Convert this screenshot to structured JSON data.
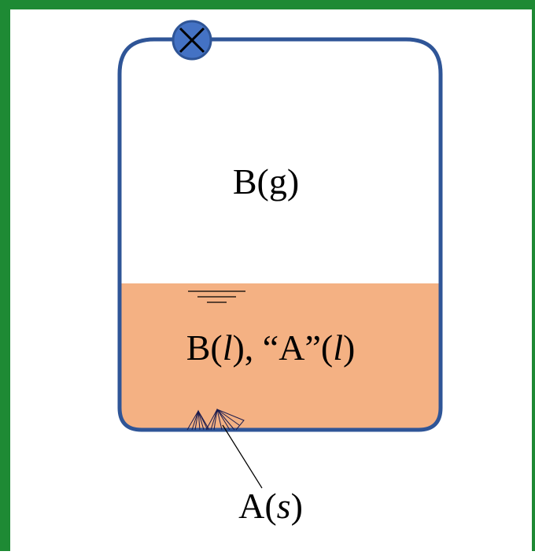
{
  "colors": {
    "frame_border": "#1e8a34",
    "container_stroke": "#2f5597",
    "liquid_fill": "#f4b183",
    "valve_fill": "#4472c4",
    "ink": "#000000"
  },
  "labels": {
    "gas": "B(g)",
    "liquid_prefix": "B(",
    "liquid_l1": "l",
    "liquid_mid": "), “A”(",
    "liquid_l2": "l",
    "liquid_suffix": ")",
    "solid_prefix": "A(",
    "solid_s": "s",
    "solid_suffix": ")"
  },
  "icons": {
    "valve": "valve-x-icon",
    "surface_marker": "liquid-surface-icon",
    "solid_crystals": "solid-crystal-icon"
  }
}
